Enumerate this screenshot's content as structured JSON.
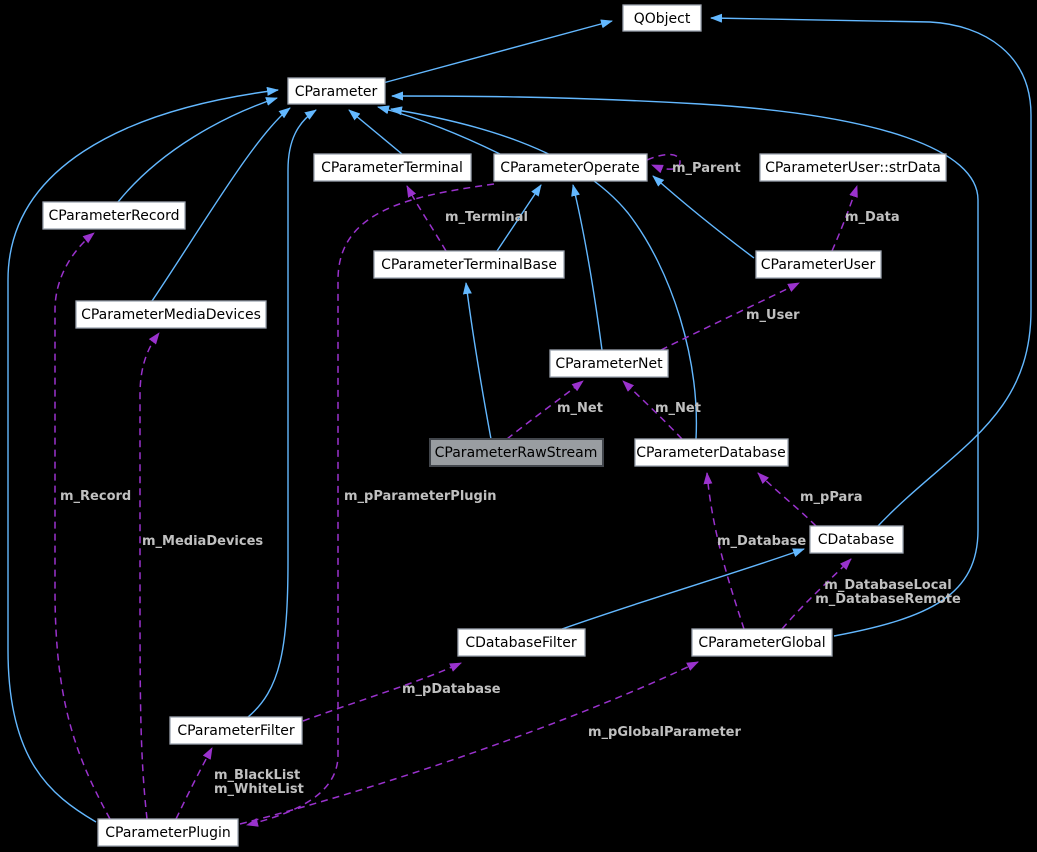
{
  "diagram": {
    "type": "collaboration-graph",
    "focus_node": "CParameterRawStream",
    "colors": {
      "background": "#000000",
      "inheritance_edge": "#63b8ff",
      "usage_edge": "#9a32cd",
      "edge_label": "#c0c0c0",
      "node_fill": "#ffffff",
      "node_border": "#9ca3af",
      "node_text": "#000000",
      "focus_fill": "#999da1",
      "focus_border": "#42464c"
    },
    "nodes": [
      {
        "label": "QObject"
      },
      {
        "label": "CParameter"
      },
      {
        "label": "CParameterTerminal"
      },
      {
        "label": "CParameterOperate"
      },
      {
        "label": "CParameterUser::strData"
      },
      {
        "label": "CParameterRecord"
      },
      {
        "label": "CParameterTerminalBase"
      },
      {
        "label": "CParameterUser"
      },
      {
        "label": "CParameterMediaDevices"
      },
      {
        "label": "CParameterNet"
      },
      {
        "label": "CParameterRawStream"
      },
      {
        "label": "CParameterDatabase"
      },
      {
        "label": "CDatabase"
      },
      {
        "label": "CDatabaseFilter"
      },
      {
        "label": "CParameterGlobal"
      },
      {
        "label": "CParameterFilter"
      },
      {
        "label": "CParameterPlugin"
      }
    ],
    "edge_labels": [
      {
        "text": "m_Parent"
      },
      {
        "text": "m_Data"
      },
      {
        "text": "m_Terminal"
      },
      {
        "text": "m_User"
      },
      {
        "text": "m_Net"
      },
      {
        "text": "m_Net"
      },
      {
        "text": "m_Record"
      },
      {
        "text": "m_pParameterPlugin"
      },
      {
        "text": "m_MediaDevices"
      },
      {
        "text": "m_pPara"
      },
      {
        "text": "m_Database"
      },
      {
        "text": "m_DatabaseLocal"
      },
      {
        "text": "m_DatabaseRemote"
      },
      {
        "text": "m_pDatabase"
      },
      {
        "text": "m_pGlobalParameter"
      },
      {
        "text": "m_BlackList"
      },
      {
        "text": "m_WhiteList"
      }
    ]
  }
}
